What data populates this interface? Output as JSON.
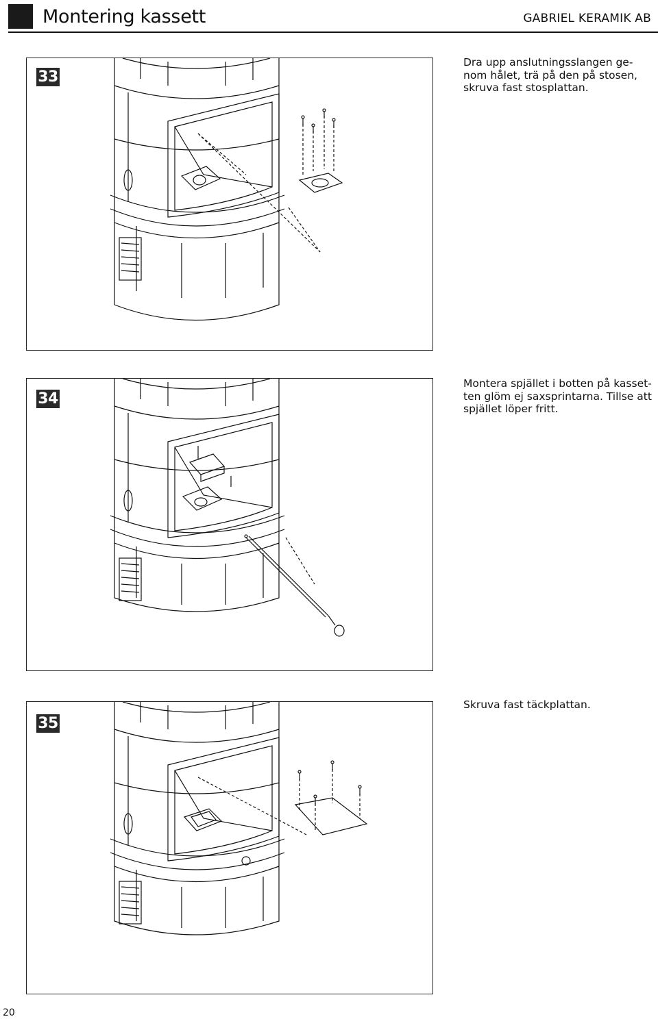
{
  "header": {
    "title": "Montering kassett",
    "brand": "GABRIEL KERAMIK AB"
  },
  "steps": [
    {
      "number": "33",
      "text_lines": [
        "Dra upp anslutningsslangen ge-",
        "nom hålet, trä på den på stosen,",
        "skruva fast stosplattan."
      ]
    },
    {
      "number": "34",
      "text_lines": [
        "Montera spjället i botten på kasset-",
        "ten glöm ej saxsprintarna. Tillse att",
        "spjället löper fritt."
      ]
    },
    {
      "number": "35",
      "text_lines": [
        "Skruva fast täckplattan."
      ]
    }
  ],
  "footer": {
    "page_number": "20"
  }
}
